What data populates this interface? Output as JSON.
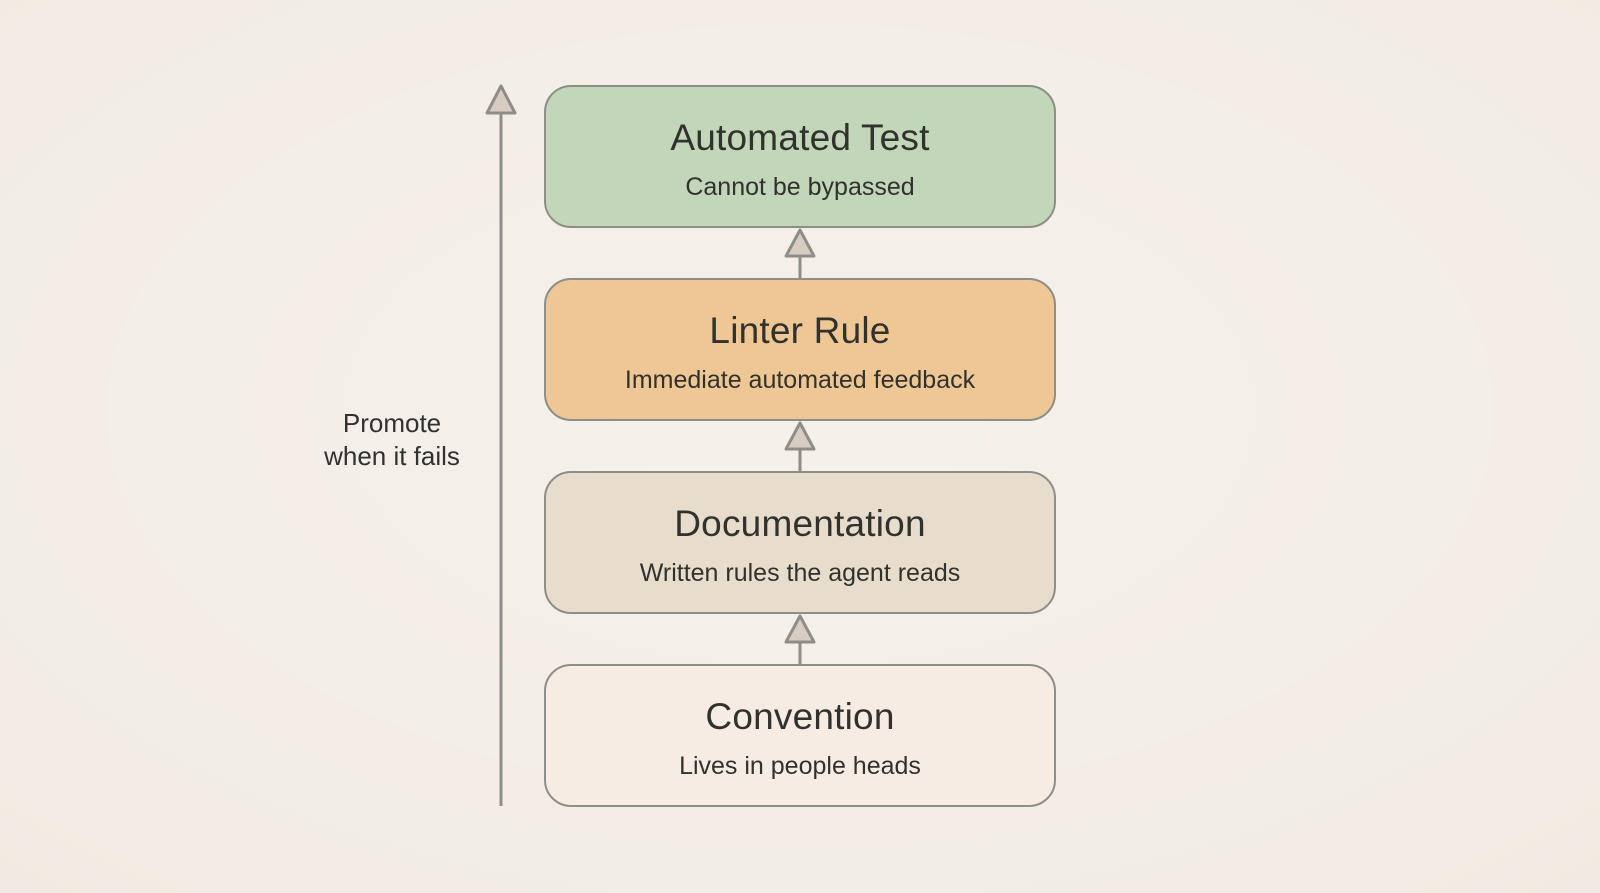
{
  "diagram": {
    "side_label": {
      "line1": "Promote",
      "line2": "when it fails"
    },
    "levels": [
      {
        "title": "Automated Test",
        "subtitle": "Cannot be bypassed",
        "fill": "#c2d6b9"
      },
      {
        "title": "Linter Rule",
        "subtitle": "Immediate automated feedback",
        "fill": "#eec795"
      },
      {
        "title": "Documentation",
        "subtitle": "Written rules the agent reads",
        "fill": "#e8ddcd"
      },
      {
        "title": "Convention",
        "subtitle": "Lives in people heads",
        "fill": "#f6ece3"
      }
    ],
    "colors": {
      "background": "#f2ece4",
      "box_border": "#8e8e88",
      "arrow_line": "#8e8e88",
      "arrowhead_fill": "#d8ccc2",
      "text": "#31312d"
    }
  }
}
